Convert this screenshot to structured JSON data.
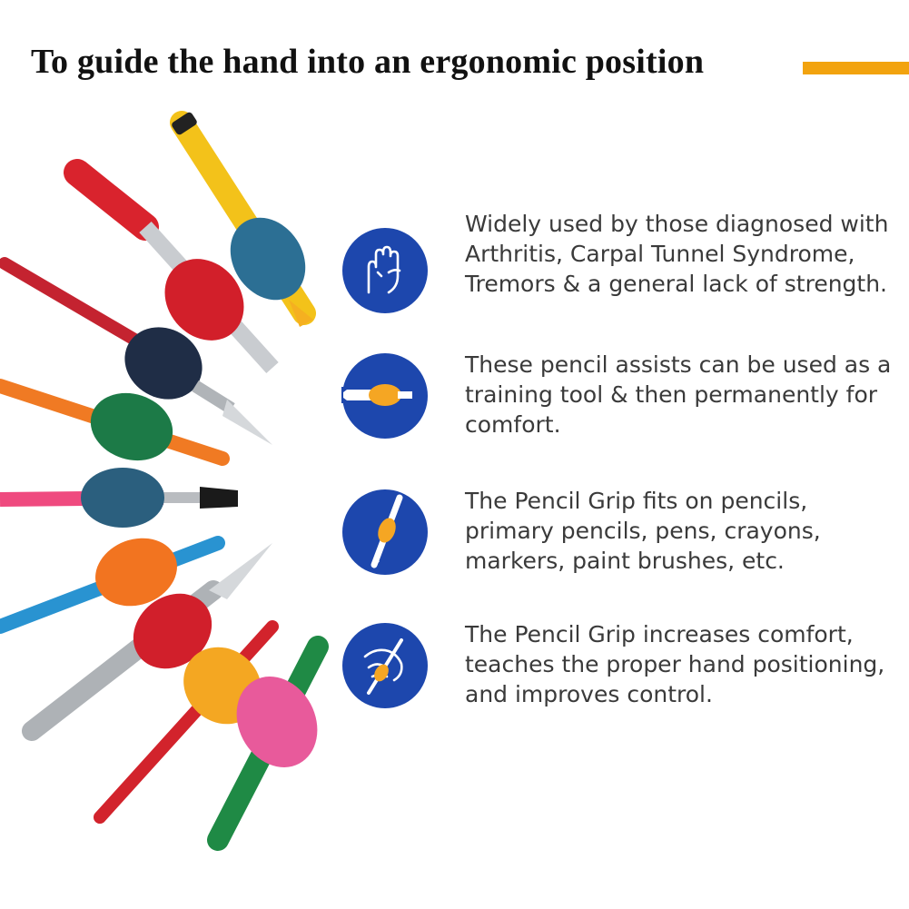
{
  "headline": "To guide the hand into an ergonomic position",
  "colors": {
    "accent": "#f2a30f",
    "icon_blue": "#1d47ad",
    "icon_orange": "#f5a623",
    "text": "#3a3a3a"
  },
  "features": [
    {
      "icon": "hand-icon",
      "text": "Widely used by those diagnosed with Arthritis, Carpal Tunnel Syndrome, Tremors & a general lack of strength."
    },
    {
      "icon": "pencil-grip-side-icon",
      "text": "These pencil assists can be used as a training tool & then permanently for comfort."
    },
    {
      "icon": "pencil-with-grip-icon",
      "text": "The Pencil Grip fits on pencils, primary pencils, pens, crayons, markers, paint brushes, etc."
    },
    {
      "icon": "hand-holding-pencil-icon",
      "text": "The Pencil Grip increases comfort, teaches the proper hand positioning, and improves control."
    }
  ]
}
